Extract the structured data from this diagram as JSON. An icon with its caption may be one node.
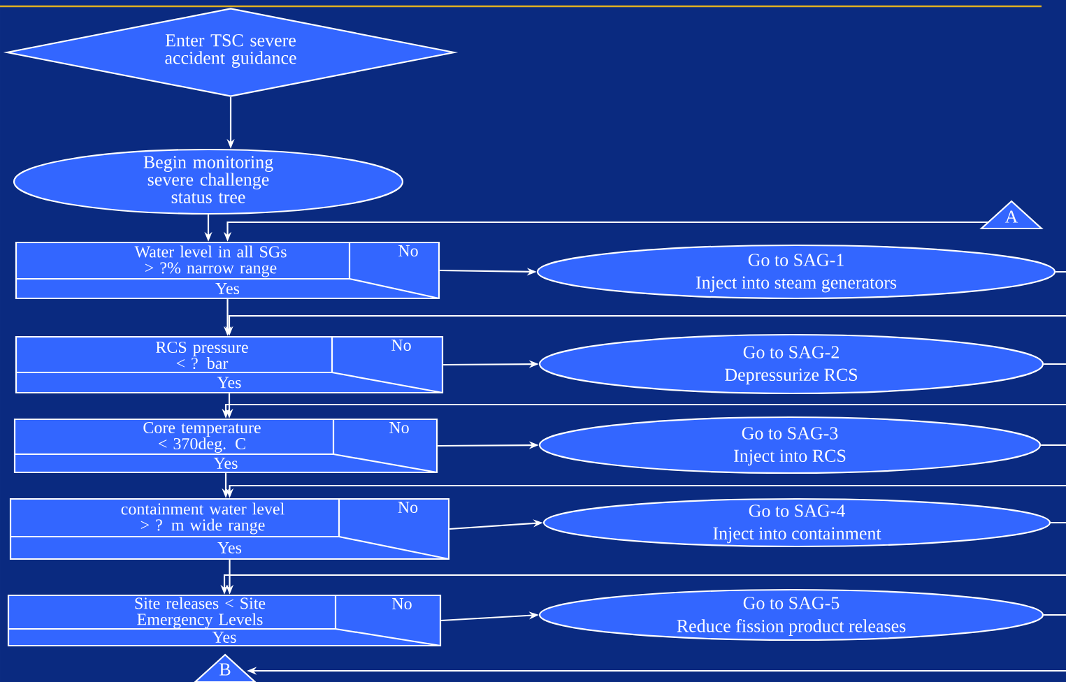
{
  "diagram": {
    "nodes": [
      {
        "text": [
          "Enter TSC severe accident guidance"
        ]
      },
      {
        "text": [
          "Begin monitoring severe challenge status tree"
        ]
      },
      {
        "text": [
          "A"
        ]
      },
      {
        "text": [
          "Water level in all SGs > ?% narrow range",
          "No",
          "Yes"
        ]
      },
      {
        "text": [
          "Go to SAG-1",
          "Inject into steam generators"
        ]
      },
      {
        "text": [
          "RCS pressure < ? bar",
          "No",
          "Yes"
        ]
      },
      {
        "text": [
          "Go to SAG-2",
          "Depressurize RCS"
        ]
      },
      {
        "text": [
          "Core temperature < 370deg. C",
          "No",
          "Yes"
        ]
      },
      {
        "text": [
          "Go to SAG-3",
          "Inject into RCS"
        ]
      },
      {
        "text": [
          "containment water level > ? m wide range",
          "No",
          "Yes"
        ]
      },
      {
        "text": [
          "Go to SAG-4",
          "Inject into containment"
        ]
      },
      {
        "text": [
          "Site releases < Site Emergency Levels",
          "No",
          "Yes"
        ]
      },
      {
        "text": [
          "Go to SAG-5",
          "Reduce fission product releases"
        ]
      },
      {
        "text": [
          "B"
        ]
      }
    ],
    "edges": [
      {
        "from": 0,
        "to": 1,
        "arrow": "to"
      },
      {
        "from": 1,
        "to": 3,
        "arrow": "to"
      },
      {
        "from": 2,
        "to": 3,
        "arrow": "to"
      },
      {
        "from": 3,
        "to": 4,
        "arrow": "to"
      },
      {
        "from": 4,
        "to": null,
        "arrow": "none"
      },
      {
        "from": 3,
        "to": 5,
        "arrow": "to"
      },
      {
        "from": null,
        "to": 5,
        "arrow": "to"
      },
      {
        "from": 5,
        "to": 6,
        "arrow": "to"
      },
      {
        "from": 6,
        "to": null,
        "arrow": "none"
      },
      {
        "from": 5,
        "to": 7,
        "arrow": "to"
      },
      {
        "from": null,
        "to": 7,
        "arrow": "to"
      },
      {
        "from": 7,
        "to": 8,
        "arrow": "to"
      },
      {
        "from": 8,
        "to": null,
        "arrow": "none"
      },
      {
        "from": 7,
        "to": 9,
        "arrow": "to"
      },
      {
        "from": null,
        "to": 9,
        "arrow": "to"
      },
      {
        "from": 9,
        "to": 10,
        "arrow": "to"
      },
      {
        "from": 10,
        "to": null,
        "arrow": "none"
      },
      {
        "from": 9,
        "to": 11,
        "arrow": "to"
      },
      {
        "from": null,
        "to": 11,
        "arrow": "to"
      },
      {
        "from": 11,
        "to": 12,
        "arrow": "to"
      },
      {
        "from": 12,
        "to": null,
        "arrow": "none"
      },
      {
        "from": null,
        "to": 13,
        "arrow": "to"
      }
    ]
  }
}
